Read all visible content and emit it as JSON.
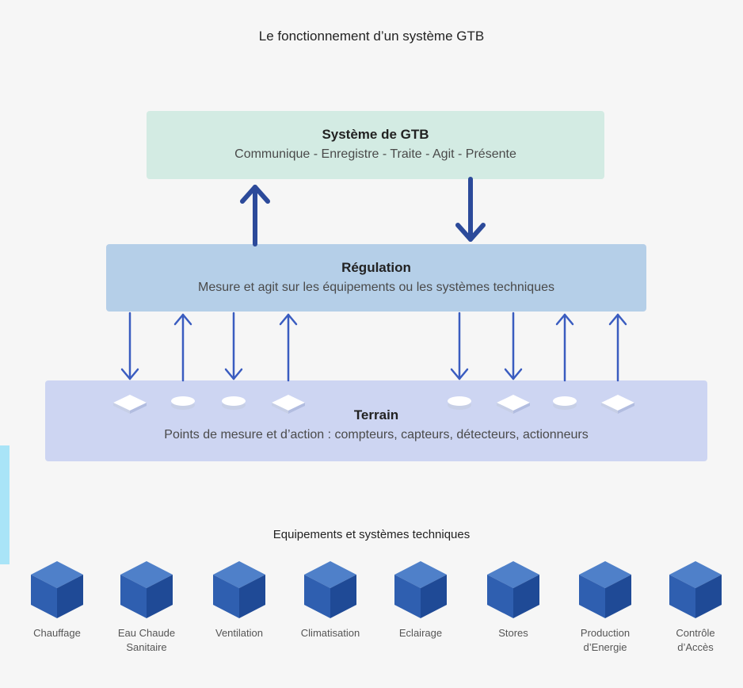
{
  "title": "Le fonctionnement d’un système GTB",
  "gtb": {
    "heading": "Système de GTB",
    "subtitle": "Communique - Enregistre - Traite - Agit - Présente"
  },
  "regulation": {
    "heading": "Régulation",
    "subtitle": "Mesure et agit sur les équipements ou les systèmes techniques"
  },
  "terrain": {
    "heading": "Terrain",
    "subtitle": "Points de mesure et d’action : compteurs, capteurs, détecteurs, actionneurs"
  },
  "equipements": {
    "title": "Equipements et systèmes techniques",
    "items": [
      {
        "line1": "Chauffage",
        "line2": ""
      },
      {
        "line1": "Eau Chaude",
        "line2": "Sanitaire"
      },
      {
        "line1": "Ventilation",
        "line2": ""
      },
      {
        "line1": "Climatisation",
        "line2": ""
      },
      {
        "line1": "Eclairage",
        "line2": ""
      },
      {
        "line1": "Stores",
        "line2": ""
      },
      {
        "line1": "Production",
        "line2": "d’Energie"
      },
      {
        "line1": "Contrôle",
        "line2": "d’Accès"
      }
    ]
  },
  "colors": {
    "arrow": "#2c4a9a",
    "thin_arrow": "#3a5cc0",
    "cube_top": "#4f80c9",
    "cube_left": "#2f5fb0",
    "cube_right": "#1f4a96"
  }
}
